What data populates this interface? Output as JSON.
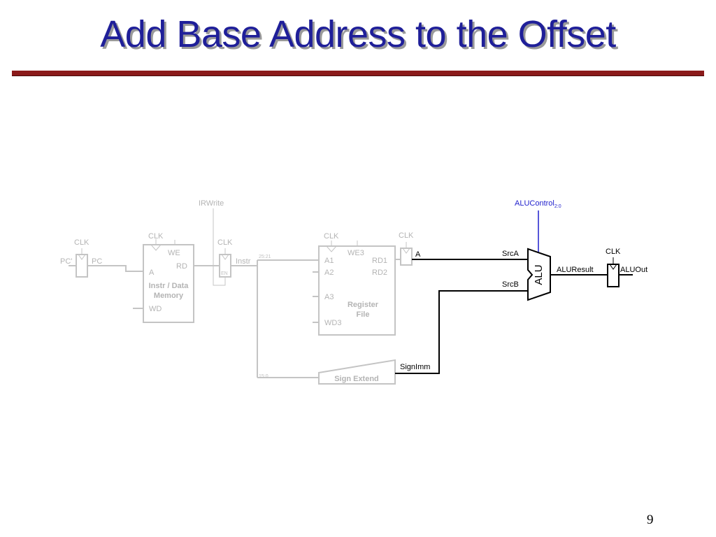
{
  "slide": {
    "title": "Add Base Address to the Offset",
    "page_number": "9"
  },
  "diagram": {
    "signals": {
      "irwrite": "IRWrite",
      "alucontrol": "ALUControl",
      "alucontrol_sub": "2:0",
      "pc_prime": "PC'",
      "pc": "PC",
      "instr": "Instr",
      "bits_25_21": "25:21",
      "bits_15_0": "15:0",
      "a": "A",
      "srca": "SrcA",
      "srcb": "SrcB",
      "aluresult": "ALUResult",
      "aluout": "ALUOut",
      "signimm": "SignImm"
    },
    "registers": {
      "pc_clk": "CLK",
      "ir_clk": "CLK",
      "ir_en": "EN",
      "a_clk": "CLK",
      "aluout_clk": "CLK"
    },
    "memory": {
      "clk": "CLK",
      "we": "WE",
      "a": "A",
      "rd": "RD",
      "wd": "WD",
      "name_line1": "Instr / Data",
      "name_line2": "Memory"
    },
    "register_file": {
      "clk": "CLK",
      "we3": "WE3",
      "a1": "A1",
      "a2": "A2",
      "a3": "A3",
      "wd3": "WD3",
      "rd1": "RD1",
      "rd2": "RD2",
      "name_line1": "Register",
      "name_line2": "File"
    },
    "sign_extend": {
      "label": "Sign Extend"
    },
    "alu": {
      "label": "ALU"
    }
  },
  "colors": {
    "title": "#1f1f99",
    "title_rule": "#8b1a1a",
    "active_path": "#000000",
    "inactive_path": "#c4c4c4",
    "control_signal": "#1f1fcc"
  }
}
